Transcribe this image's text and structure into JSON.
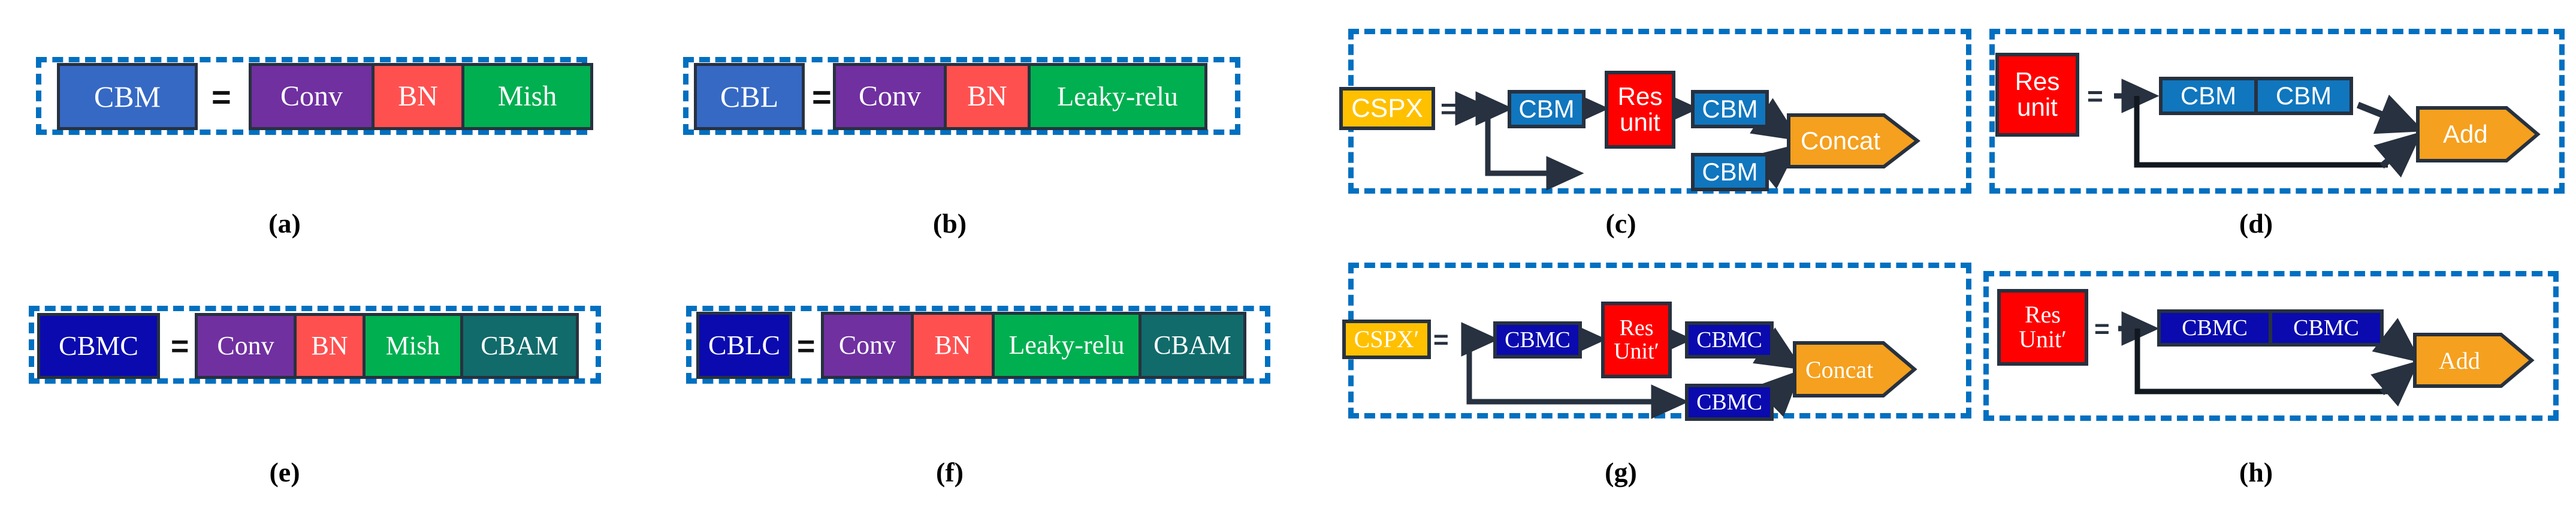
{
  "figure": {
    "title": "Network module composition diagram",
    "colors": {
      "dashed_border": "#0070C0",
      "box_outline": "#27313F",
      "blue_cbm": "#3569C4",
      "purple_conv": "#7030A0",
      "red_bn": "#FF5050",
      "green_act": "#00AF50",
      "teal_cbam": "#116B6B",
      "navy_cbmc": "#0A0AAF",
      "flow_blue": "#1076BE",
      "gold_cspx": "#FFC000",
      "red_resunit": "#FF0000",
      "orange_concat": "#F5A01E",
      "arrow": "#27313F",
      "text_white": "#FFFFFF",
      "text_black": "#000000"
    },
    "panels": [
      {
        "id": "a",
        "caption": "(a)",
        "type": "equation",
        "lhs": "CBM",
        "equals": "=",
        "rhs": [
          "Conv",
          "BN",
          "Mish"
        ]
      },
      {
        "id": "b",
        "caption": "(b)",
        "type": "equation",
        "lhs": "CBL",
        "equals": "=",
        "rhs": [
          "Conv",
          "BN",
          "Leaky-relu"
        ]
      },
      {
        "id": "c",
        "caption": "(c)",
        "type": "flow",
        "lhs": "CSPX",
        "equals": "=",
        "nodes": {
          "cbm_top_1": "CBM",
          "res_unit": "Res\nunit",
          "cbm_top_2": "CBM",
          "cbm_bottom": "CBM",
          "merge": "Concat"
        }
      },
      {
        "id": "d",
        "caption": "(d)",
        "type": "flow",
        "lhs": "Res\nunit",
        "equals": "=",
        "nodes": {
          "cbm_1": "CBM",
          "cbm_2": "CBM",
          "merge": "Add"
        }
      },
      {
        "id": "e",
        "caption": "(e)",
        "type": "equation",
        "lhs": "CBMC",
        "equals": "=",
        "rhs": [
          "Conv",
          "BN",
          "Mish",
          "CBAM"
        ]
      },
      {
        "id": "f",
        "caption": "(f)",
        "type": "equation",
        "lhs": "CBLC",
        "equals": "=",
        "rhs": [
          "Conv",
          "BN",
          "Leaky-relu",
          "CBAM"
        ]
      },
      {
        "id": "g",
        "caption": "(g)",
        "type": "flow",
        "lhs": "CSPX′",
        "equals": "=",
        "nodes": {
          "cbmc_top_1": "CBMC",
          "res_unit": "Res\nUnit′",
          "cbmc_top_2": "CBMC",
          "cbmc_bottom": "CBMC",
          "merge": "Concat"
        }
      },
      {
        "id": "h",
        "caption": "(h)",
        "type": "flow",
        "lhs": "Res\nUnit′",
        "equals": "=",
        "nodes": {
          "cbmc_1": "CBMC",
          "cbmc_2": "CBMC",
          "merge": "Add"
        }
      }
    ]
  }
}
